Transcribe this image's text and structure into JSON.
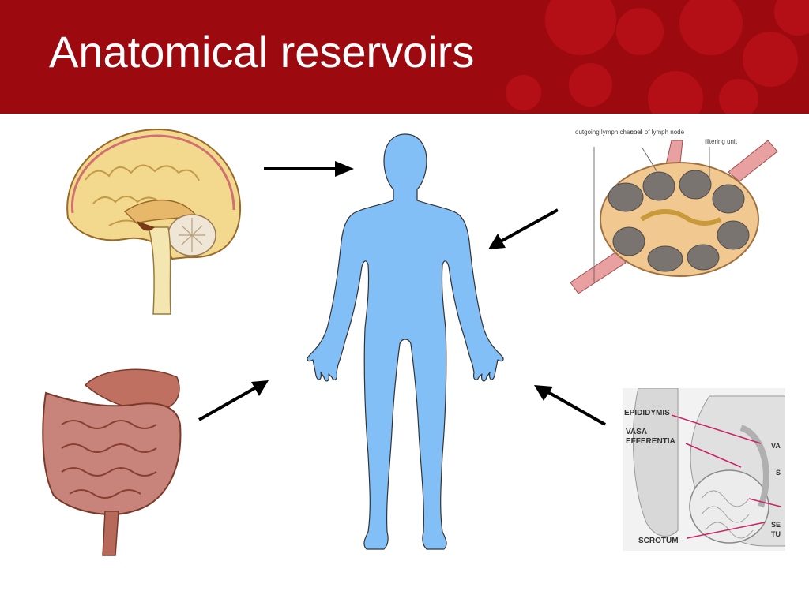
{
  "slide": {
    "title": "Anatomical reservoirs"
  },
  "lymph_node_labels": {
    "outgoing": "outgoing lymph channel",
    "core": "core of lymph node",
    "filtering": "filtering unit"
  },
  "testis_labels": {
    "epididymis": "EPIDIDYMIS",
    "vasa_1": "VASA",
    "vasa_2": "EFFERENTIA",
    "scrotum": "SCROTUM",
    "partial_1": "VA",
    "partial_2": "S",
    "partial_3": "SE",
    "partial_4": "TU"
  },
  "colors": {
    "banner": "#9c0a10",
    "body_silhouette": "#82bff7",
    "arrow": "#000000"
  },
  "icons": [
    "brain-illustration",
    "lymph-node-illustration",
    "intestines-illustration",
    "testis-illustration",
    "human-body-silhouette",
    "arrow-icon"
  ]
}
